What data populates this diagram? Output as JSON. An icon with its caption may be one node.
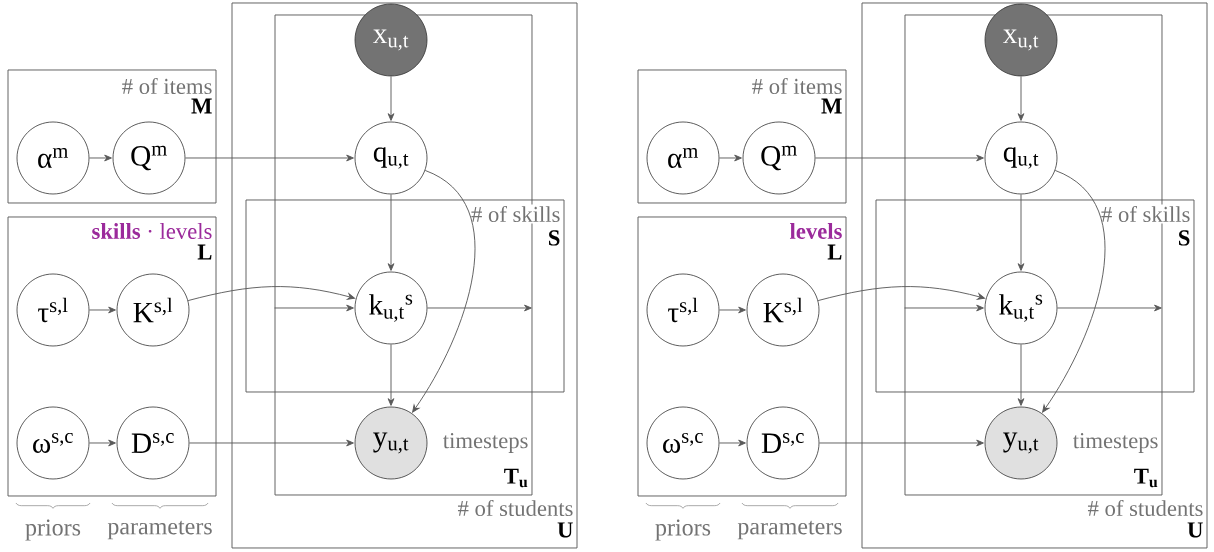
{
  "diagram": {
    "nodes": [
      {
        "text": [
          "# of items",
          "M"
        ]
      },
      {
        "text": [
          "α$^{m}$"
        ],
        "in": 0
      },
      {
        "text": [
          "Q$^{m}$"
        ],
        "in": 0
      },
      {
        "text": [
          "**skills** · levels",
          "L"
        ]
      },
      {
        "text": [
          "τ$^{s,l}$"
        ],
        "in": 3
      },
      {
        "text": [
          "K$^{s,l}$"
        ],
        "in": 3
      },
      {
        "text": [
          "ω$^{s,c}$"
        ],
        "in": 3
      },
      {
        "text": [
          "D$^{s,c}$"
        ],
        "in": 3
      },
      {
        "text": [
          "# of students",
          "U"
        ]
      },
      {
        "text": [
          "timesteps",
          "T$_{u}$"
        ],
        "in": 8
      },
      {
        "text": [
          "x$_{u,t}$"
        ],
        "in": 9
      },
      {
        "text": [
          "q$_{u,t}$"
        ],
        "in": 9
      },
      {
        "text": [
          "# of skills",
          "S"
        ],
        "in": 8
      },
      {
        "text": [
          "k$_{u,t}$$^{s}$"
        ],
        "in": 12
      },
      {
        "text": [
          "y$_{u,t}$"
        ],
        "in": 9
      },
      {
        "text": [
          "# of items",
          "M"
        ]
      },
      {
        "text": [
          "α$^{m}$"
        ],
        "in": 15
      },
      {
        "text": [
          "Q$^{m}$"
        ],
        "in": 15
      },
      {
        "text": [
          "levels",
          "L"
        ]
      },
      {
        "text": [
          "τ$^{s,l}$"
        ],
        "in": 18
      },
      {
        "text": [
          "K$^{s,l}$"
        ],
        "in": 18
      },
      {
        "text": [
          "ω$^{s,c}$"
        ],
        "in": 18
      },
      {
        "text": [
          "D$^{s,c}$"
        ],
        "in": 18
      },
      {
        "text": [
          "# of students",
          "U"
        ]
      },
      {
        "text": [
          "timesteps",
          "T$_{u}$"
        ],
        "in": 23
      },
      {
        "text": [
          "x$_{u,t}$"
        ],
        "in": 24
      },
      {
        "text": [
          "q$_{u,t}$"
        ],
        "in": 24
      },
      {
        "text": [
          "# of skills",
          "S"
        ],
        "in": 23
      },
      {
        "text": [
          "k$_{u,t}$$^{s}$"
        ],
        "in": 27
      },
      {
        "text": [
          "y$_{u,t}$"
        ],
        "in": 24
      }
    ],
    "edges": [
      {
        "from": 1,
        "to": 2,
        "arrow": "to"
      },
      {
        "from": 2,
        "to": 11,
        "arrow": "to"
      },
      {
        "from": 4,
        "to": 5,
        "arrow": "to"
      },
      {
        "from": 5,
        "to": 13,
        "arrow": "to"
      },
      {
        "from": 6,
        "to": 7,
        "arrow": "to"
      },
      {
        "from": 7,
        "to": 14,
        "arrow": "to"
      },
      {
        "from": 10,
        "to": 11,
        "arrow": "to"
      },
      {
        "from": 11,
        "to": 13,
        "arrow": "to"
      },
      {
        "from": 11,
        "to": 14,
        "arrow": "to"
      },
      {
        "from": 13,
        "to": 14,
        "arrow": "to"
      },
      {
        "from": 9,
        "to": 13,
        "arrow": "to"
      },
      {
        "from": 13,
        "to": 9,
        "arrow": "to"
      },
      {
        "from": 16,
        "to": 17,
        "arrow": "to"
      },
      {
        "from": 17,
        "to": 26,
        "arrow": "to"
      },
      {
        "from": 19,
        "to": 20,
        "arrow": "to"
      },
      {
        "from": 20,
        "to": 28,
        "arrow": "to"
      },
      {
        "from": 21,
        "to": 22,
        "arrow": "to"
      },
      {
        "from": 22,
        "to": 29,
        "arrow": "to"
      },
      {
        "from": 25,
        "to": 26,
        "arrow": "to"
      },
      {
        "from": 26,
        "to": 28,
        "arrow": "to"
      },
      {
        "from": 26,
        "to": 29,
        "arrow": "to"
      },
      {
        "from": 28,
        "to": 29,
        "arrow": "to"
      },
      {
        "from": 24,
        "to": 28,
        "arrow": "to"
      },
      {
        "from": 28,
        "to": 24,
        "arrow": "to"
      }
    ],
    "labels": [
      "priors",
      "parameters",
      "priors",
      "parameters"
    ]
  }
}
